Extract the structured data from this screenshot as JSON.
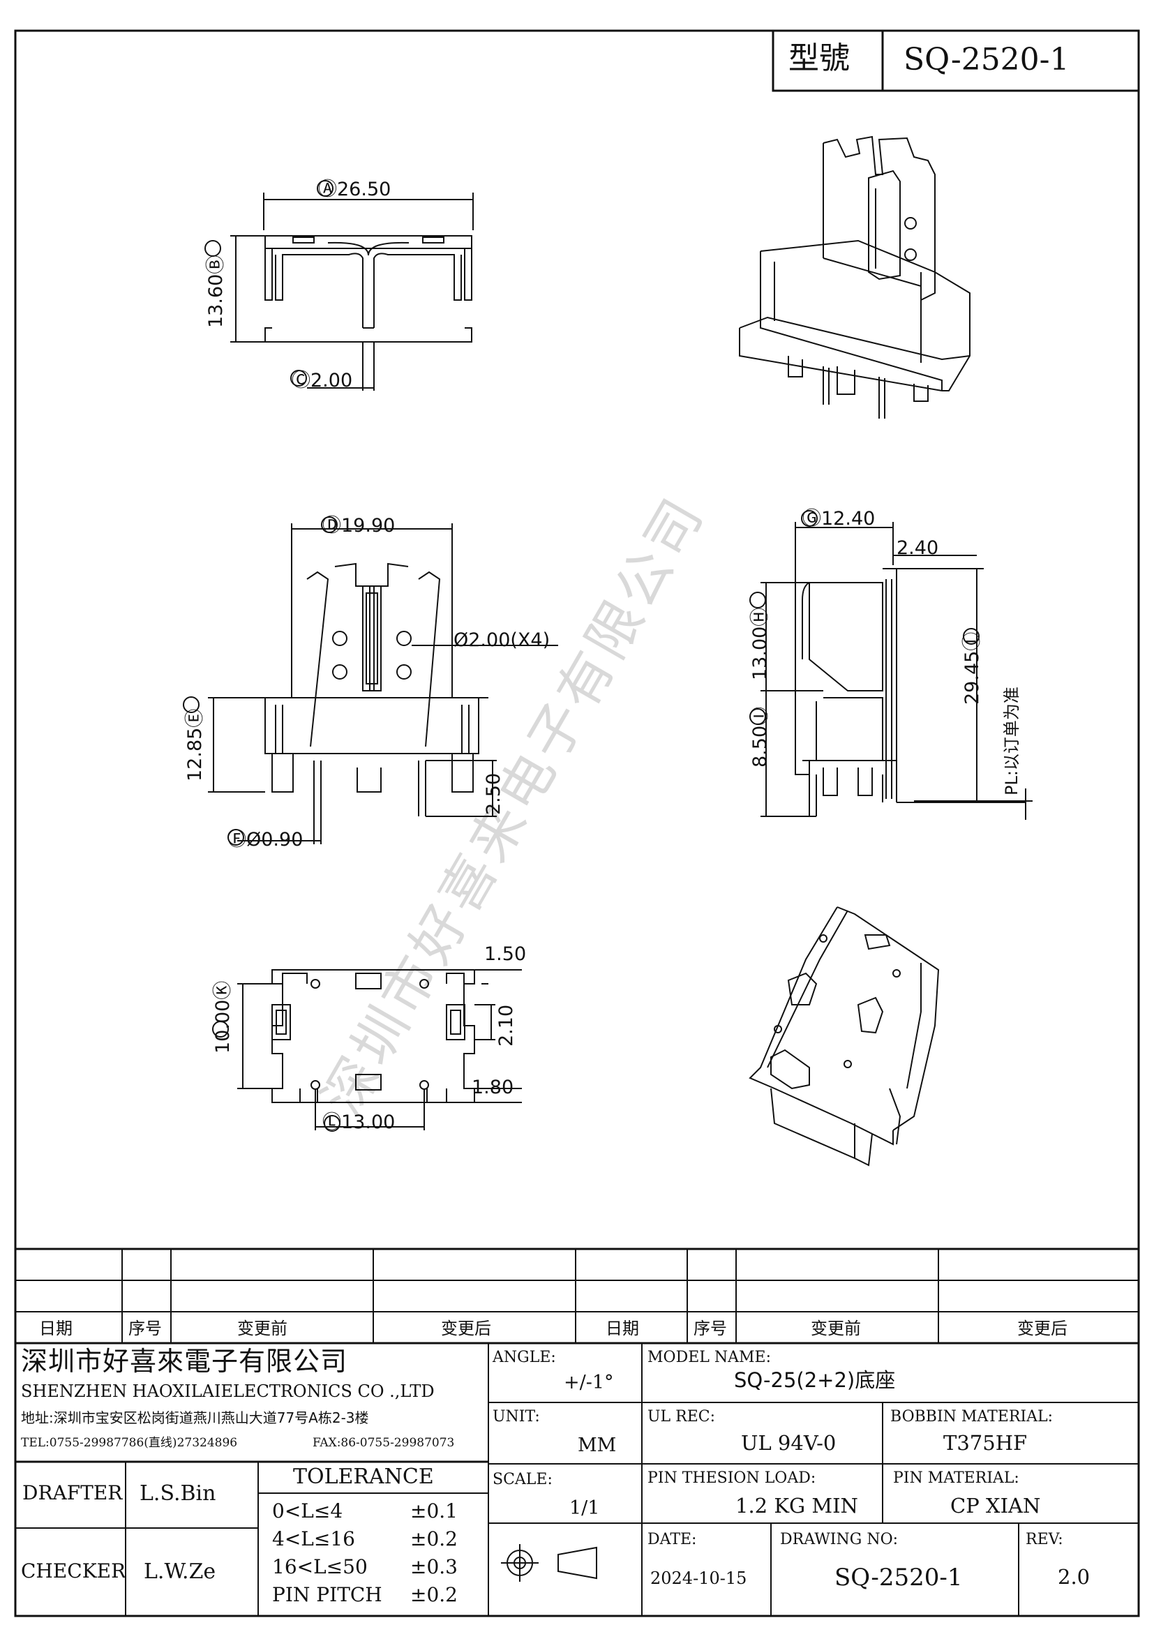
{
  "title_block_top": {
    "model_label": "型號",
    "model_value": "SQ-2520-1"
  },
  "dimensions": {
    "A": "26.50",
    "B": "13.60",
    "C": "2.00",
    "D": "19.90",
    "hole": "Ø2.00(X4)",
    "E": "12.85",
    "pin_len": "2.50",
    "F": "Ø0.90",
    "G": "12.40",
    "top_offset": "2.40",
    "H": "13.00",
    "I_total": "29.45",
    "I": "8.50",
    "pl_note": "PL:以订单为准",
    "K": "10.00",
    "K_w": "1.50",
    "K_h": "2.10",
    "K_b": "1.80",
    "L": "13.00"
  },
  "revision_table": {
    "headers": [
      "日期",
      "序号",
      "变更前",
      "变更后",
      "日期",
      "序号",
      "变更前",
      "变更后"
    ]
  },
  "company": {
    "name_cn": "深圳市好喜來電子有限公司",
    "name_en": "SHENZHEN HAOXILAIELECTRONICS CO .,LTD",
    "address": "地址:深圳市宝安区松岗街道燕川燕山大道77号A栋2-3楼",
    "tel": "TEL:0755-29987786(直线)27324896",
    "fax": "FAX:86-0755-29987073"
  },
  "watermark": "深圳市好喜来电子有限公司",
  "fields": {
    "angle_label": "ANGLE:",
    "angle_value": "+/-1°",
    "model_name_label": "MODEL NAME:",
    "model_name_value": "SQ-25(2+2)底座",
    "unit_label": "UNIT:",
    "unit_value": "MM",
    "ul_rec_label": "UL REC:",
    "ul_rec_value": "UL 94V-0",
    "bobbin_material_label": "BOBBIN MATERIAL:",
    "bobbin_material_value": "T375HF",
    "scale_label": "SCALE:",
    "scale_value": "1/1",
    "pin_load_label": "PIN THESION LOAD:",
    "pin_load_value": "1.2 KG MIN",
    "pin_material_label": "PIN MATERIAL:",
    "pin_material_value": "CP XIAN",
    "date_label": "DATE:",
    "date_value": "2024-10-15",
    "drawing_no_label": "DRAWING NO:",
    "drawing_no_value": "SQ-2520-1",
    "rev_label": "REV:",
    "rev_value": "2.0",
    "drafter_label": "DRAFTER",
    "drafter_value": "L.S.Bin",
    "checker_label": "CHECKER",
    "checker_value": "L.W.Ze"
  },
  "tolerance": {
    "title": "TOLERANCE",
    "rows": [
      {
        "range": "0<L≤4",
        "value": "±0.1"
      },
      {
        "range": "4<L≤16",
        "value": "±0.2"
      },
      {
        "range": "16<L≤50",
        "value": "±0.3"
      },
      {
        "range": "PIN PITCH",
        "value": "±0.2"
      }
    ]
  }
}
